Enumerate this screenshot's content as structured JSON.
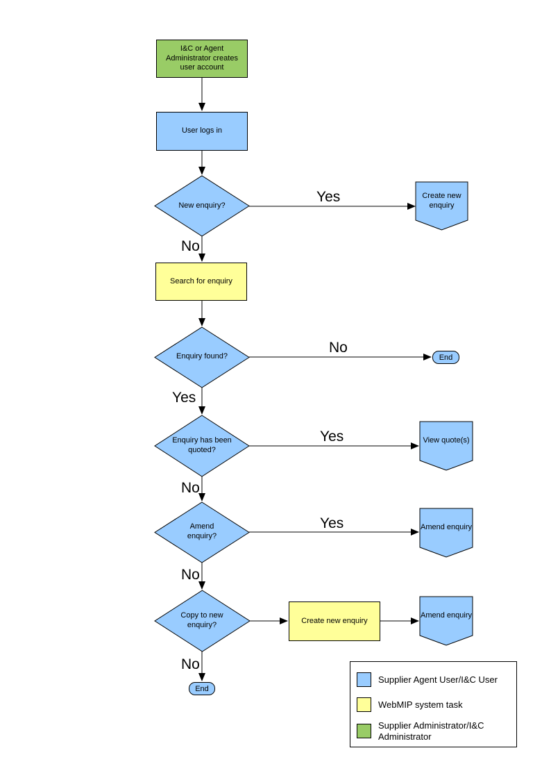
{
  "colors": {
    "user_shape": "#99CCFF",
    "system_shape": "#FFFF99",
    "admin_shape": "#99CC66",
    "line": "#000000"
  },
  "nodes": {
    "create_account": {
      "label": "I&C or Agent Administrator creates user account"
    },
    "user_logs_in": {
      "label": "User logs in"
    },
    "new_enquiry": {
      "label": "New enquiry?"
    },
    "create_new_enquiry_1": {
      "label": "Create new enquiry"
    },
    "search_for_enquiry": {
      "label": "Search for enquiry"
    },
    "enquiry_found": {
      "label": "Enquiry found?"
    },
    "end_1": {
      "label": "End"
    },
    "enquiry_quoted": {
      "label": "Enquiry has been quoted?"
    },
    "view_quotes": {
      "label": "View quote(s)"
    },
    "amend_enquiry_q": {
      "label": "Amend enquiry?"
    },
    "amend_enquiry_1": {
      "label": "Amend enquiry"
    },
    "copy_to_new": {
      "label": "Copy to new enquiry?"
    },
    "create_new_enquiry_2": {
      "label": "Create new enquiry"
    },
    "amend_enquiry_2": {
      "label": "Amend enquiry"
    },
    "end_2": {
      "label": "End"
    }
  },
  "edge_labels": {
    "new_enquiry_yes": "Yes",
    "new_enquiry_no": "No",
    "enquiry_found_no": "No",
    "enquiry_found_yes": "Yes",
    "quoted_yes": "Yes",
    "quoted_no": "No",
    "amend_yes": "Yes",
    "amend_no": "No",
    "copy_no": "No"
  },
  "legend": {
    "items": [
      {
        "label": "Supplier Agent User/I&C User",
        "color": "#99CCFF"
      },
      {
        "label": "WebMIP system task",
        "color": "#FFFF99"
      },
      {
        "label": "Supplier Administrator/I&C Administrator",
        "color": "#99CC66"
      }
    ]
  }
}
